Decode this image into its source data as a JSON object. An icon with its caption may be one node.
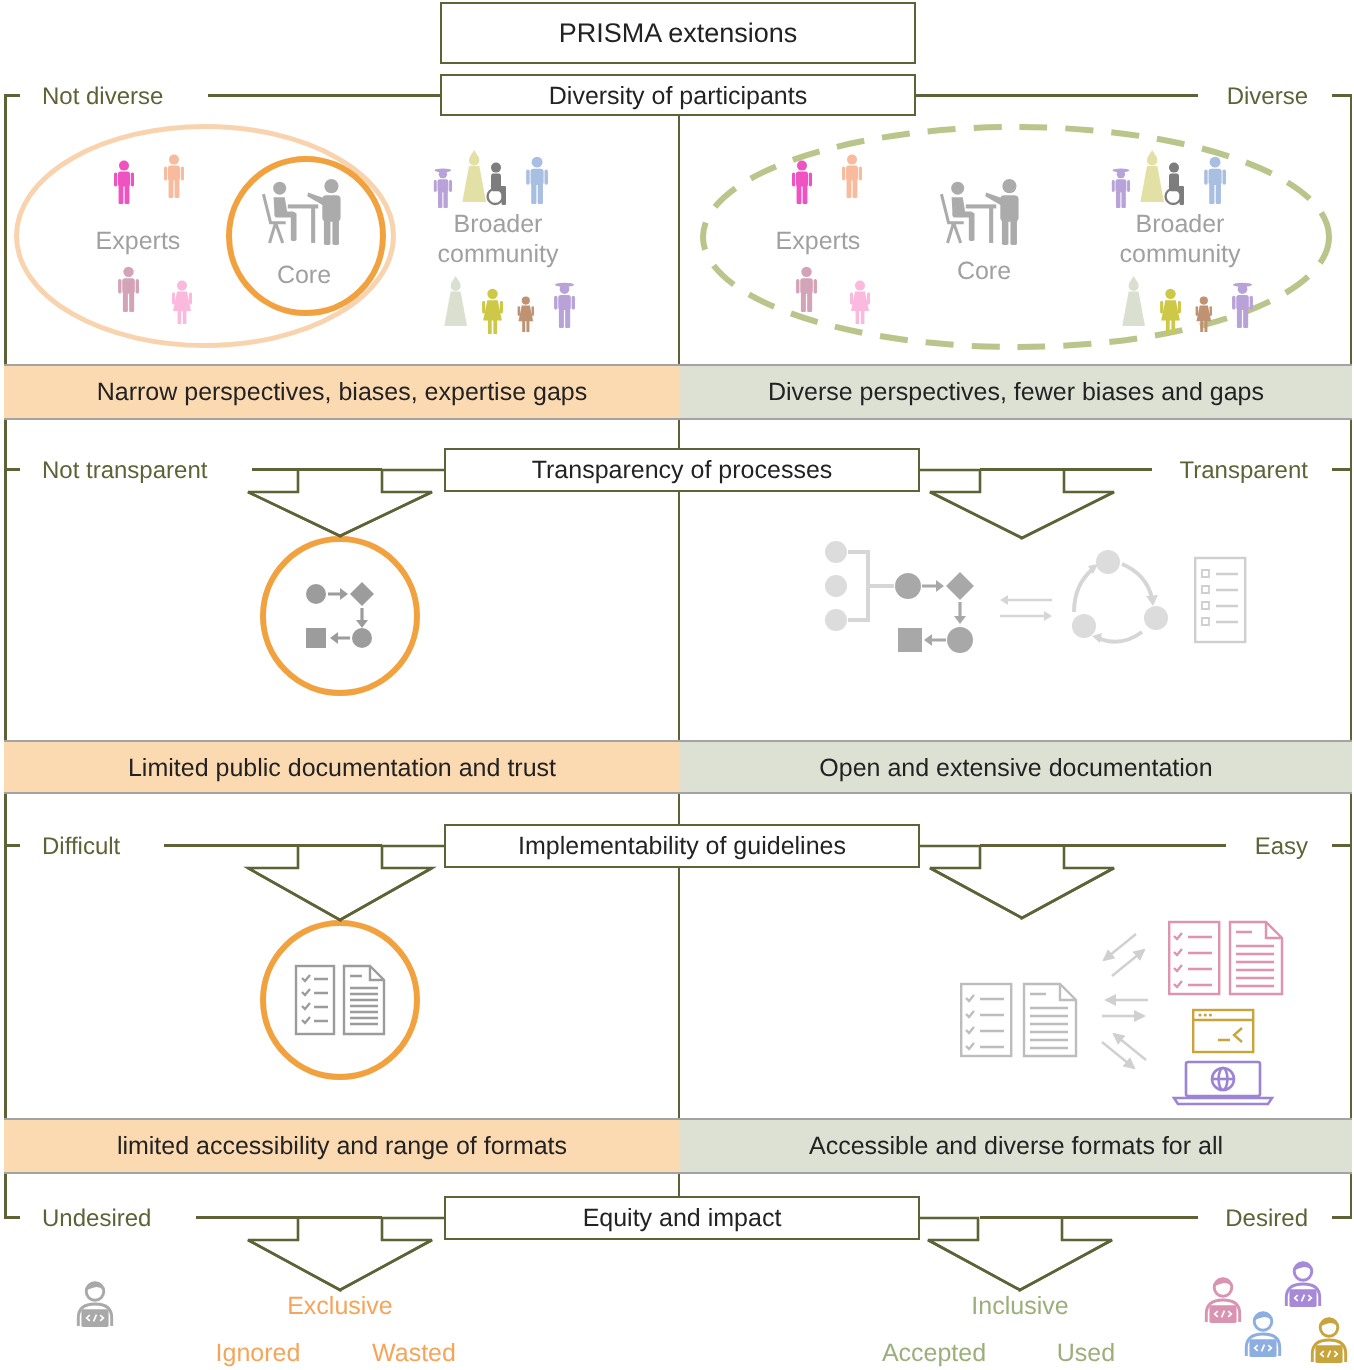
{
  "diagram": {
    "nodes": [
      {
        "text": [
          "PRISMA extensions"
        ]
      },
      {
        "text": [
          "Diversity of participants"
        ]
      },
      {
        "text": [
          "Not diverse"
        ]
      },
      {
        "text": [
          "Experts"
        ],
        "in": 2
      },
      {
        "text": [
          "Core"
        ],
        "in": 3
      },
      {
        "text": [
          "Narrow perspectives, biases, expertise gaps"
        ],
        "in": 2
      },
      {
        "text": [
          "Diverse"
        ]
      },
      {
        "text": [
          "Experts",
          "Core",
          "Broader community"
        ],
        "in": 6
      },
      {
        "text": [
          "Diverse perspectives, fewer biases and gaps"
        ],
        "in": 6
      },
      {
        "text": [
          "Transparency of processes"
        ]
      },
      {
        "text": [
          "Not transparent"
        ]
      },
      {
        "text": [],
        "shape": "circle",
        "in": 10
      },
      {
        "text": [
          "Limited public documentation and trust"
        ],
        "in": 10
      },
      {
        "text": [
          "Transparent"
        ]
      },
      {
        "text": [],
        "shape": "picture",
        "in": 13
      },
      {
        "text": [
          "Open and extensive documentation"
        ],
        "in": 13
      },
      {
        "text": [
          "Implementability of guidelines"
        ]
      },
      {
        "text": [
          "Difficult"
        ]
      },
      {
        "text": [],
        "shape": "circle",
        "in": 17
      },
      {
        "text": [
          "limited accessibility and range of formats"
        ],
        "in": 17
      },
      {
        "text": [
          "Easy"
        ]
      },
      {
        "text": [],
        "shape": "picture",
        "in": 20
      },
      {
        "text": [
          "Accessible and diverse formats for all"
        ],
        "in": 20
      },
      {
        "text": [
          "Equity and impact"
        ]
      },
      {
        "text": [
          "Undesired"
        ]
      },
      {
        "text": [
          "Exclusive"
        ],
        "in": 24
      },
      {
        "text": [
          "Desired"
        ]
      },
      {
        "text": [
          "Inclusive"
        ],
        "in": 26
      }
    ],
    "edges": [
      {
        "from": 9,
        "to": 11,
        "arrow": "to"
      },
      {
        "from": 9,
        "to": 14,
        "arrow": "to"
      },
      {
        "from": 16,
        "to": 18,
        "arrow": "to"
      },
      {
        "from": 16,
        "to": 21,
        "arrow": "to"
      },
      {
        "from": 23,
        "to": 25,
        "arrow": "to"
      },
      {
        "from": 23,
        "to": 27,
        "arrow": "to"
      }
    ],
    "labels": [
      "Broader community",
      "Ignored",
      "Wasted",
      "Accepted",
      "Used"
    ]
  }
}
